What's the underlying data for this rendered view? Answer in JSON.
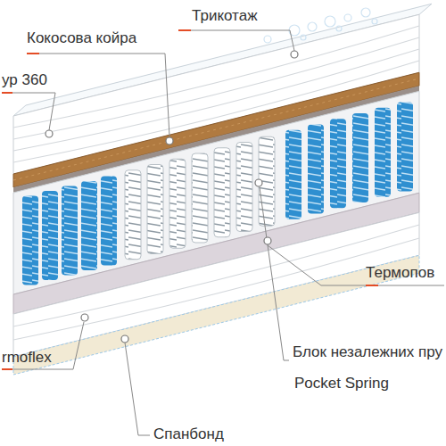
{
  "diagram": {
    "labels": [
      "Трикотаж",
      "Кокосова койра",
      "ур 360",
      "Термопов",
      "rmoflex",
      "Блок незалежних пру",
      "Pocket Spring",
      "Спанбонд"
    ]
  }
}
